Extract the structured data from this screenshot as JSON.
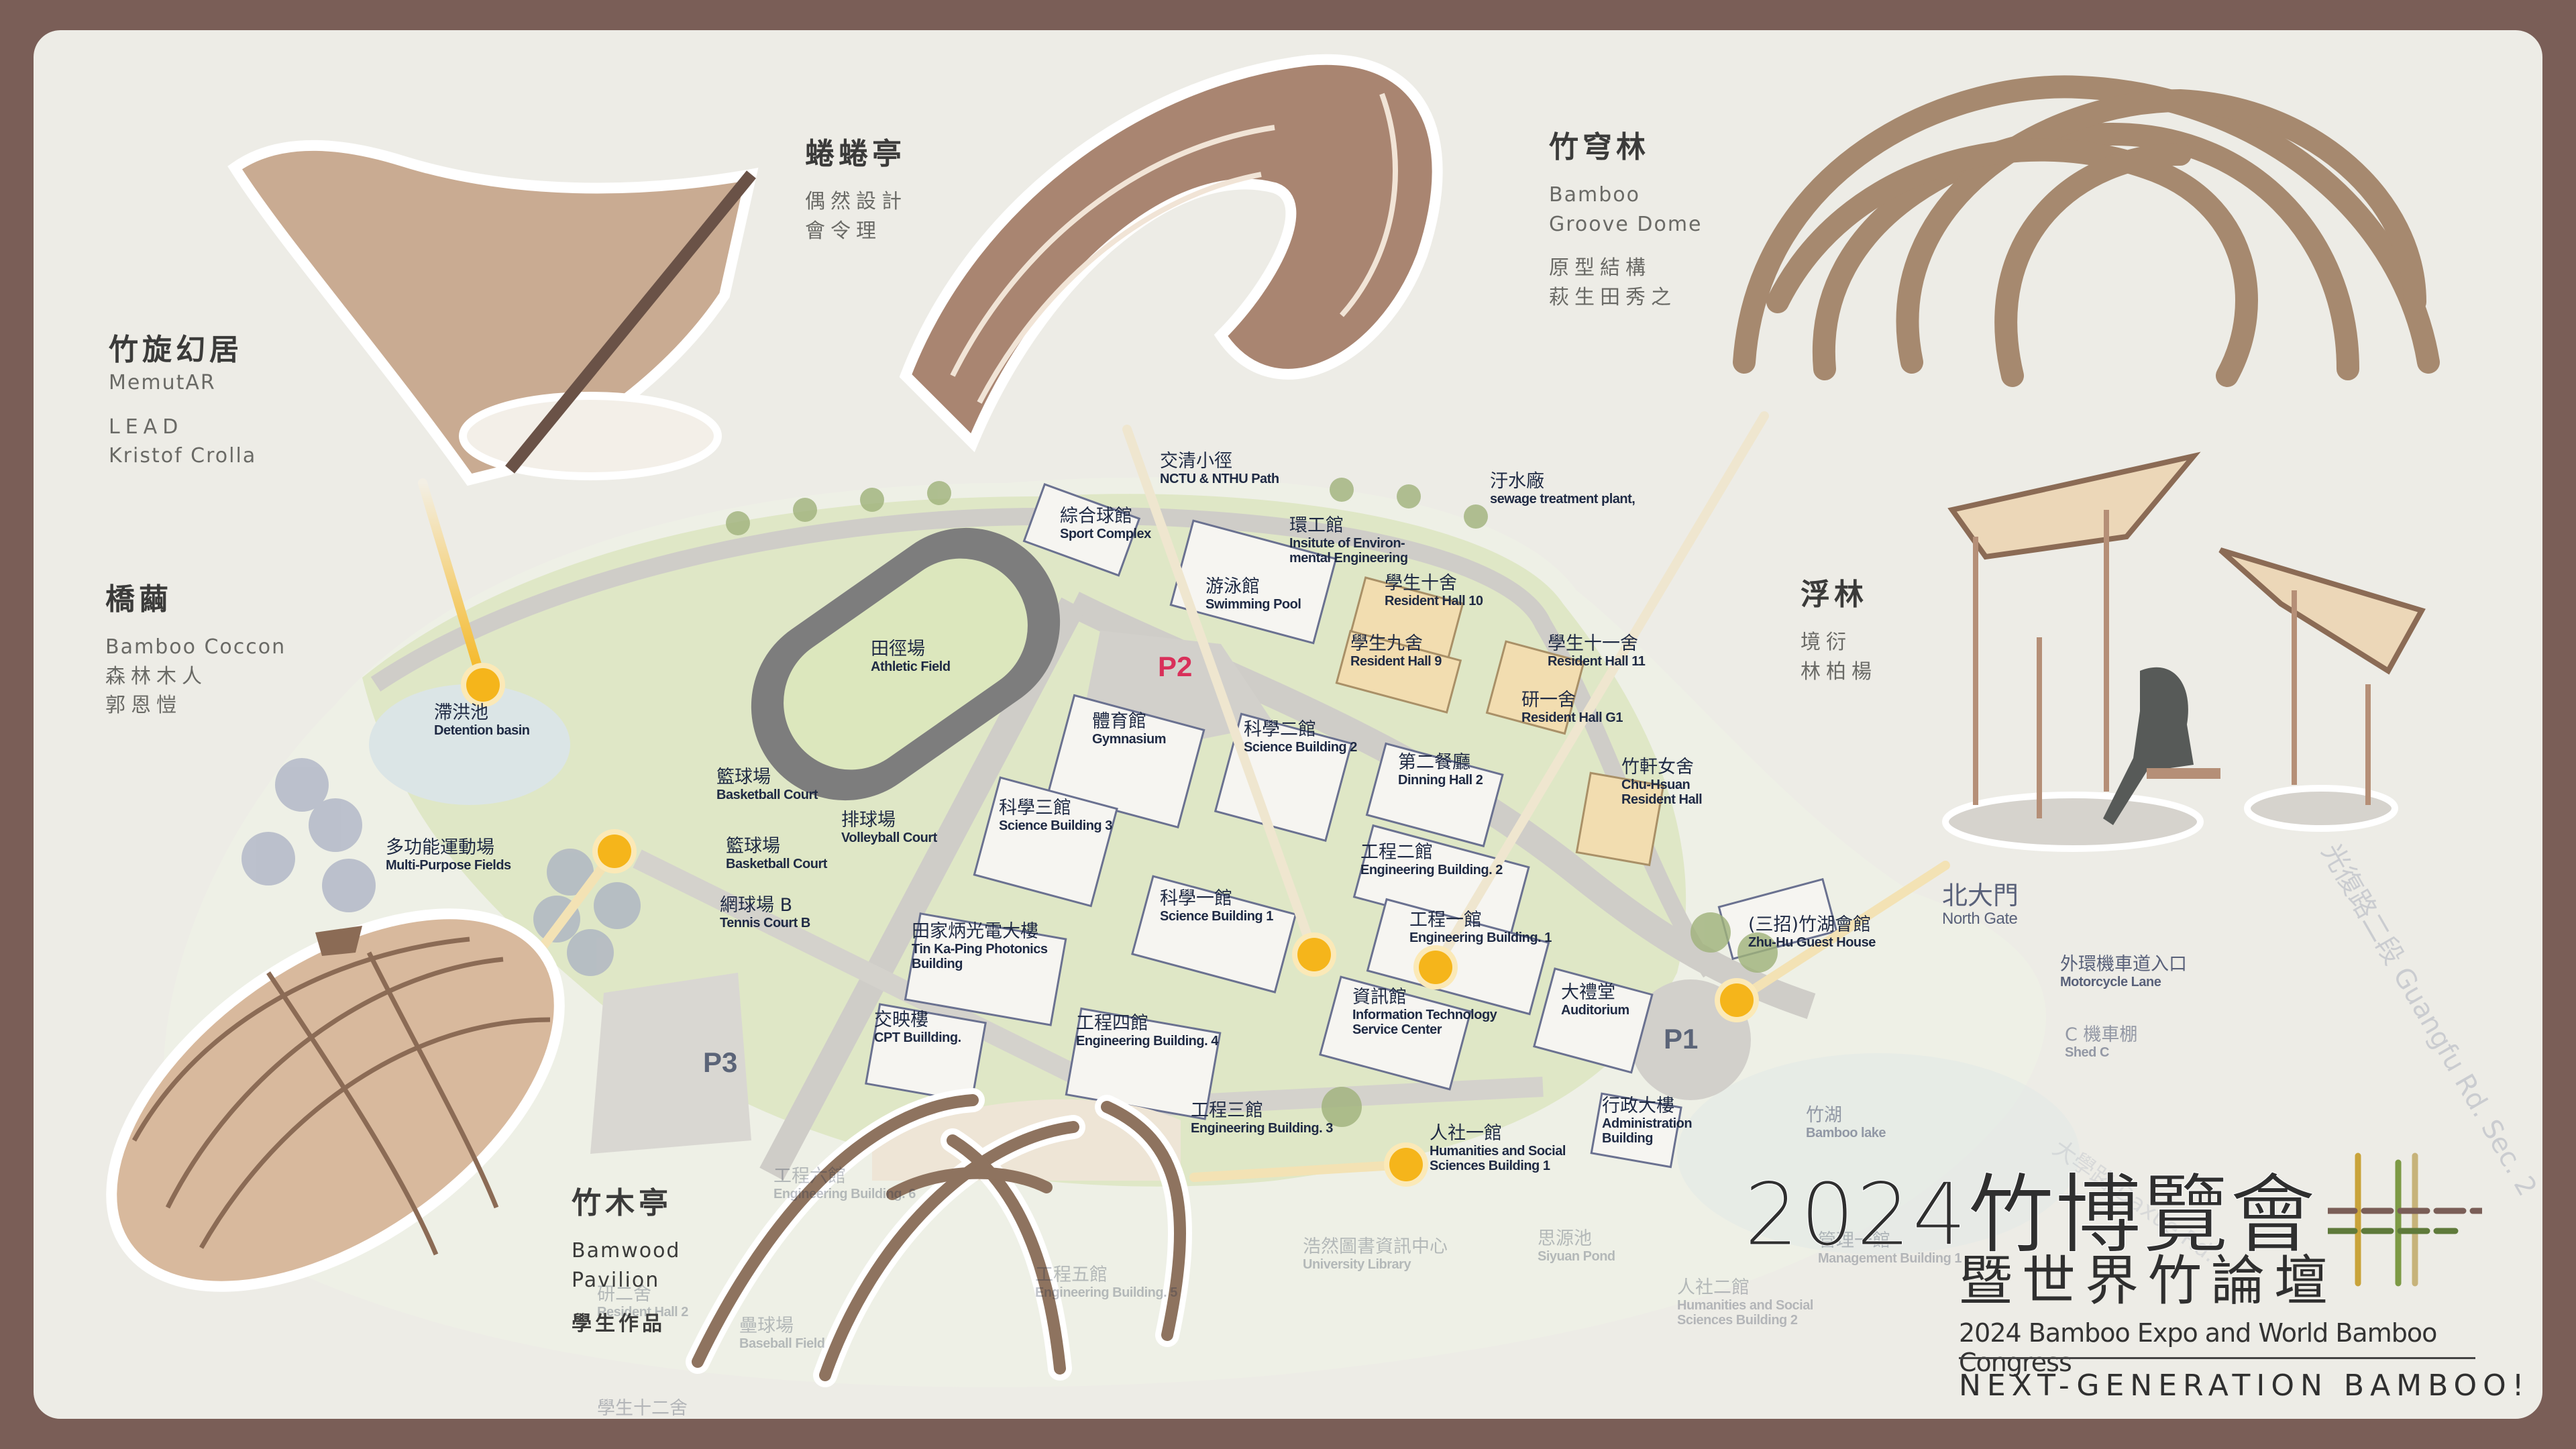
{
  "colors": {
    "frame": "#7a5e57",
    "panel": "#edece6",
    "marker": "#f5b51b",
    "parking_p2": "#d9305a",
    "label": "#1f2a44",
    "campus_green": "#dfe7c6"
  },
  "pavilions": [
    {
      "title": "竹旋幻居",
      "lines": [
        "MemutAR",
        "LEAD",
        "Kristof Crolla"
      ]
    },
    {
      "title": "橋繭",
      "lines": [
        "Bamboo Coccon",
        "森林木人",
        "郭恩愷"
      ]
    },
    {
      "title": "蜷蜷亭",
      "lines": [
        "偶然設計",
        "會令理"
      ]
    },
    {
      "title": "竹穹林",
      "lines": [
        "Bamboo",
        "Groove Dome",
        "原型結構",
        "萩生田秀之"
      ]
    },
    {
      "title": "浮林",
      "lines": [
        "境衍",
        "林柏楊"
      ]
    },
    {
      "title": "竹木亭",
      "lines": [
        "Bamwood",
        "Pavilion",
        "學生作品"
      ]
    }
  ],
  "map": {
    "parking": [
      "P1",
      "P2",
      "P3"
    ],
    "labels": [
      {
        "zh": "交清小徑",
        "en": "NCTU & NTHU Path"
      },
      {
        "zh": "汙水廠",
        "en": "sewage treatment plant,"
      },
      {
        "zh": "綜合球館",
        "en": "Sport Complex"
      },
      {
        "zh": "環工館",
        "en": "Insitute of Environ-",
        "en2": "mental Engineering"
      },
      {
        "zh": "游泳館",
        "en": "Swimming Pool"
      },
      {
        "zh": "學生十舍",
        "en": "Resident Hall 10"
      },
      {
        "zh": "田徑場",
        "en": "Athletic Field"
      },
      {
        "zh": "學生九舍",
        "en": "Resident Hall  9"
      },
      {
        "zh": "學生十一舍",
        "en": "Resident Hall  11"
      },
      {
        "zh": "研一舍",
        "en": "Resident Hall G1"
      },
      {
        "zh": "體育館",
        "en": "Gymnasium"
      },
      {
        "zh": "科學二館",
        "en": "Science Building 2"
      },
      {
        "zh": "第二餐廳",
        "en": "Dinning Hall 2"
      },
      {
        "zh": "竹軒女舍",
        "en": "Chu-Hsuan",
        "en2": "Resident Hall"
      },
      {
        "zh": "籃球場",
        "en": "Basketball Court"
      },
      {
        "zh": "排球場",
        "en": "Volleyball Court"
      },
      {
        "zh": "科學三館",
        "en": "Science Building  3"
      },
      {
        "zh": "籃球場",
        "en": "Basketball Court"
      },
      {
        "zh": "工程二館",
        "en": "Engineering Building. 2"
      },
      {
        "zh": "網球場 B",
        "en": "Tennis Court B"
      },
      {
        "zh": "科學一館",
        "en": "Science Building 1"
      },
      {
        "zh": "工程一館",
        "en": "Engineering Building. 1"
      },
      {
        "zh": "田家炳光電大樓",
        "en": "Tin Ka-Ping Photonics",
        "en2": "Building"
      },
      {
        "zh": "多功能運動場",
        "en": "Multi-Purpose Fields"
      },
      {
        "zh": "滯洪池",
        "en": "Detention basin"
      },
      {
        "zh": "北大門",
        "en": "North Gate"
      },
      {
        "zh": "(三招)竹湖會館",
        "en": "Zhu-Hu Guest House"
      },
      {
        "zh": "外環機車道入口",
        "en": "Motorcycle Lane"
      },
      {
        "zh": "C 機車棚",
        "en": "Shed C"
      },
      {
        "zh": "資訊館",
        "en": "Information Technology",
        "en2": "Service Center"
      },
      {
        "zh": "大禮堂",
        "en": "Auditorium"
      },
      {
        "zh": "交映樓",
        "en": "CPT Buillding."
      },
      {
        "zh": "工程四館",
        "en": "Engineering Building. 4"
      },
      {
        "zh": "竹湖",
        "en": "Bamboo lake"
      },
      {
        "zh": "行政大樓",
        "en": "Administration",
        "en2": "Building"
      },
      {
        "zh": "人社一館",
        "en": "Humanities and Social",
        "en2": "Sciences Building 1"
      },
      {
        "zh": "工程三館",
        "en": "Engineering Building. 3"
      },
      {
        "zh": "工程六館",
        "en": "Engineering Building. 6"
      },
      {
        "zh": "浩然圖書資訊中心",
        "en": "University Library"
      },
      {
        "zh": "思源池",
        "en": "Siyuan Pond"
      },
      {
        "zh": "工程五館",
        "en": "Engineering Building. 5"
      },
      {
        "zh": "壘球場",
        "en": "Baseball Field"
      },
      {
        "zh": "管理一館",
        "en": "Management Building 1"
      },
      {
        "zh": "人社二館",
        "en": "Humanities and Social",
        "en2": "Sciences Building 2"
      },
      {
        "zh": "研二舍",
        "en": "Resident Hall  2"
      },
      {
        "zh": "學生十二舍",
        "en": ""
      }
    ],
    "roads": [
      "光復路二段 Guangfu Rd. Sec. 2",
      "大學路 Daxue Rd."
    ]
  },
  "event": {
    "title_zh": "2024竹博覽會",
    "subtitle_zh": "暨世界竹論壇",
    "title_en": "2024 Bamboo Expo and World Bamboo Congress",
    "tagline": "NEXT-GENERATION BAMBOO!"
  }
}
